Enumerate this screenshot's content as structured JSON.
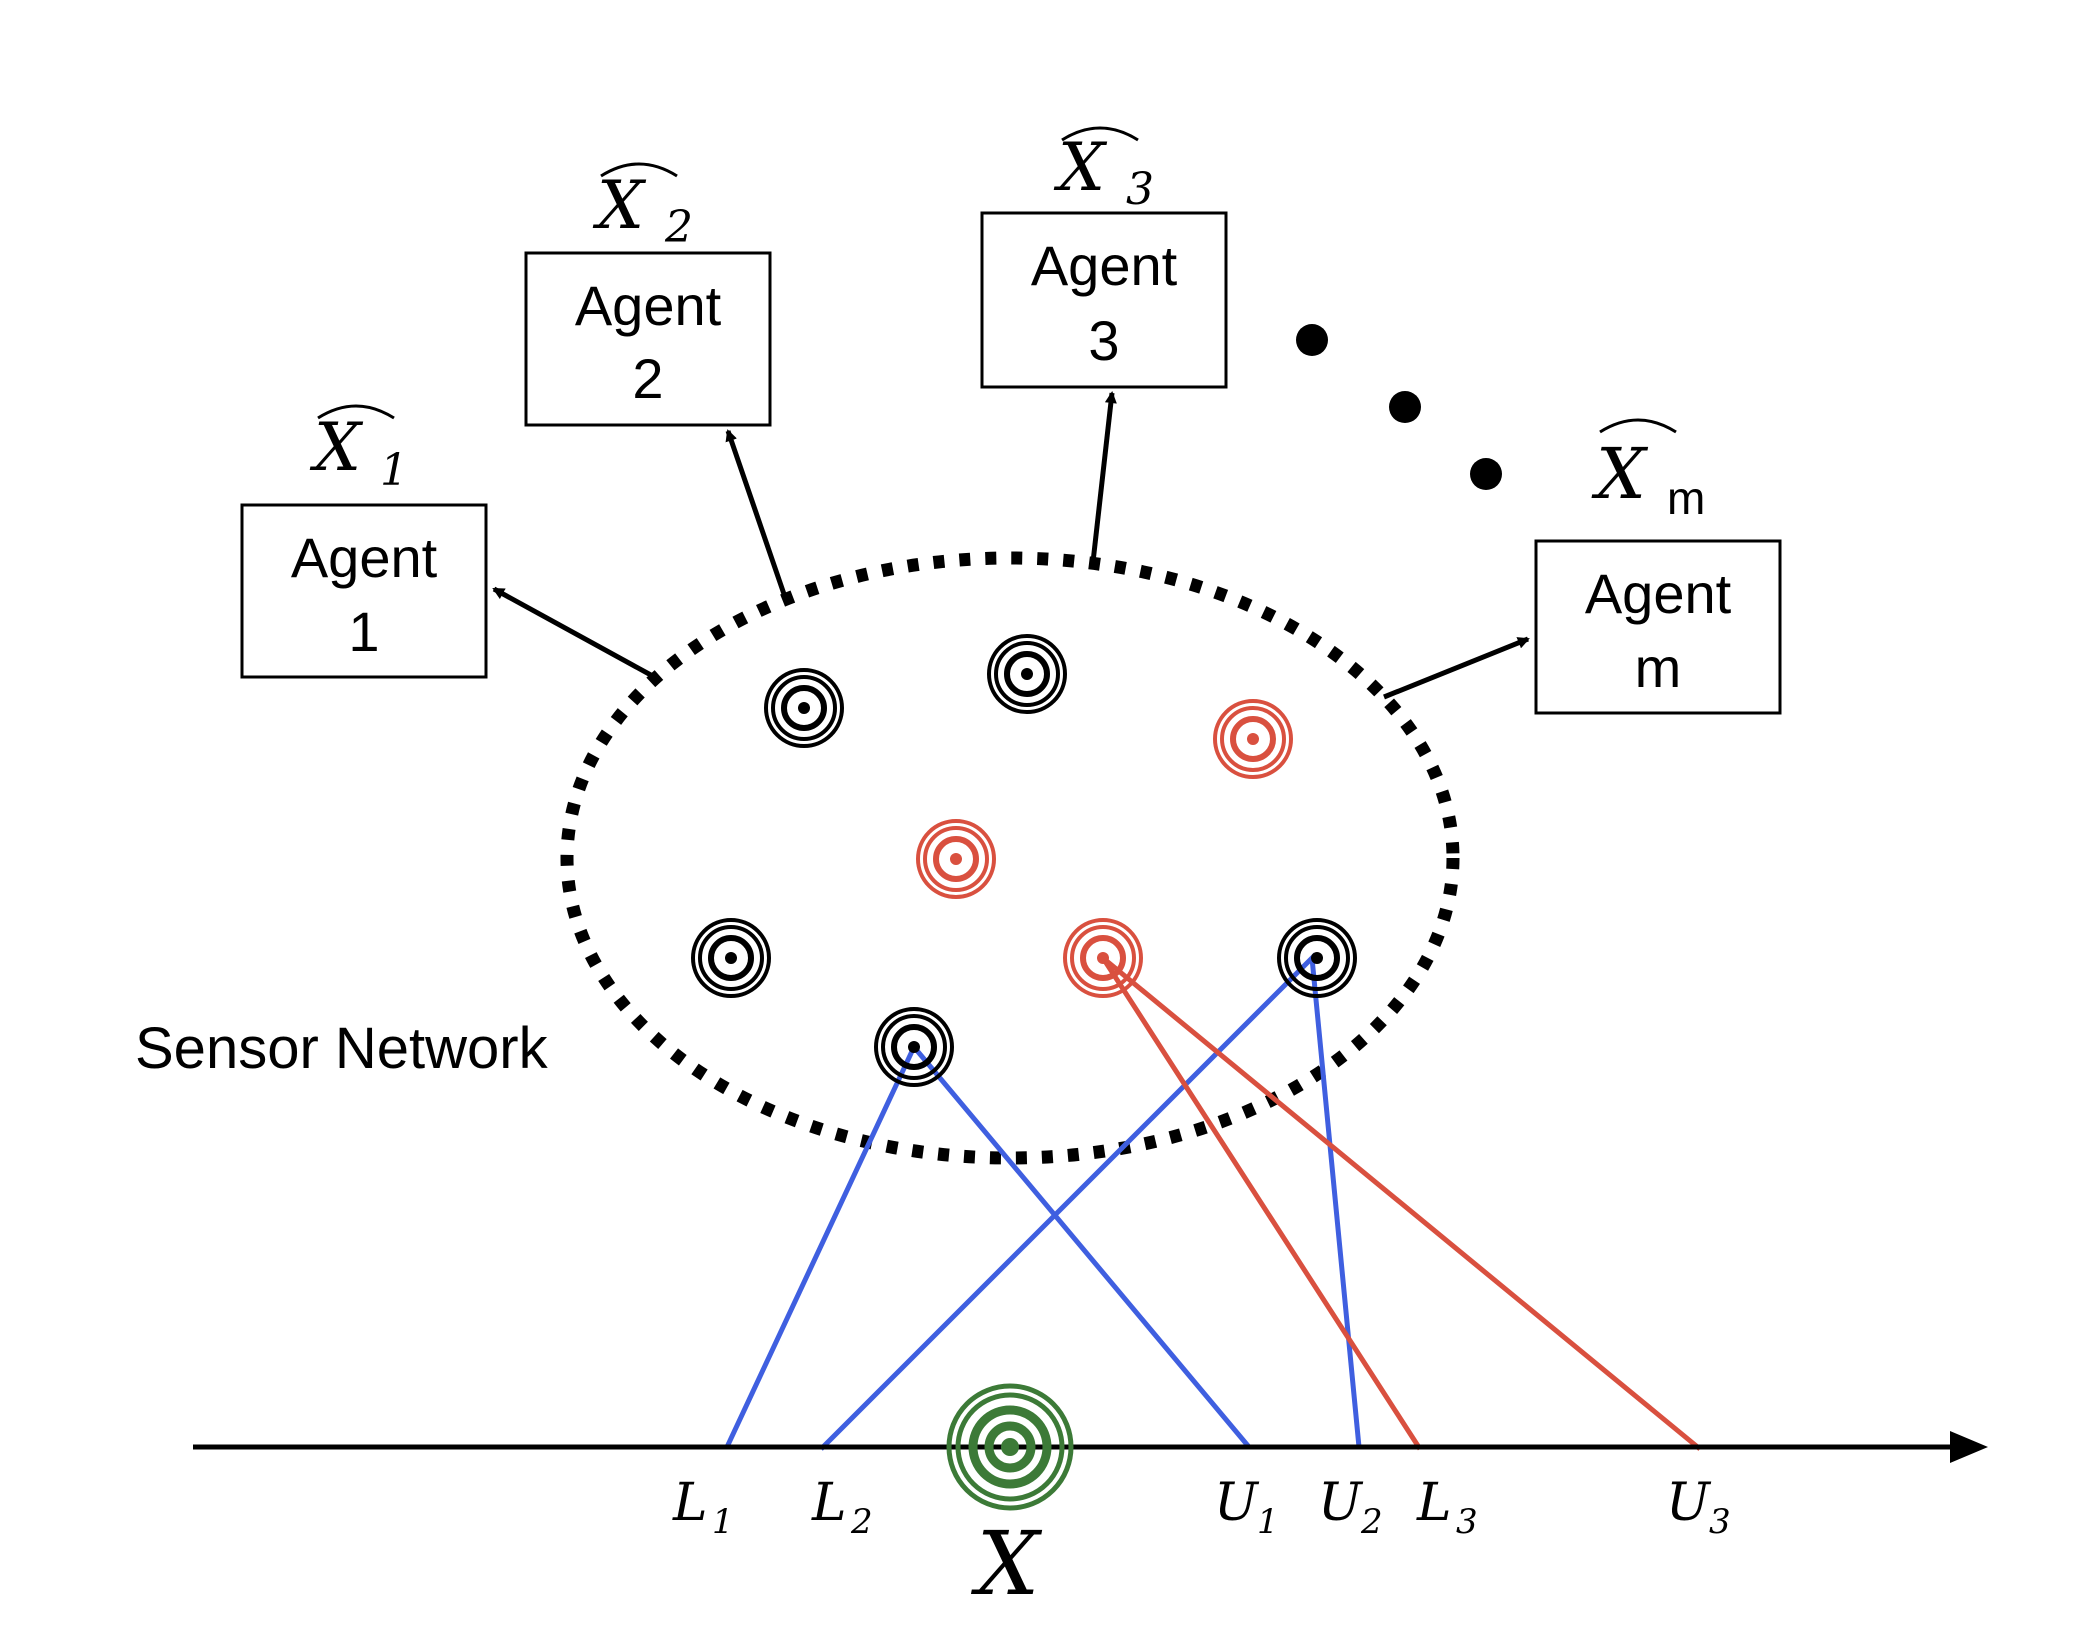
{
  "agents": [
    {
      "line1": "Agent",
      "line2": "1",
      "estimate": "X",
      "subscript": "1"
    },
    {
      "line1": "Agent",
      "line2": "2",
      "estimate": "X",
      "subscript": "2"
    },
    {
      "line1": "Agent",
      "line2": "3",
      "estimate": "X",
      "subscript": "3"
    },
    {
      "line1": "Agent",
      "line2": "m",
      "estimate": "X",
      "subscript": "m"
    }
  ],
  "network_label": "Sensor Network",
  "axis": {
    "variable": "X",
    "bounds": [
      {
        "letter": "L",
        "sub": "1"
      },
      {
        "letter": "L",
        "sub": "2"
      },
      {
        "letter": "U",
        "sub": "1"
      },
      {
        "letter": "U",
        "sub": "2"
      },
      {
        "letter": "L",
        "sub": "3"
      },
      {
        "letter": "U",
        "sub": "3"
      }
    ]
  },
  "colors": {
    "black": "#000000",
    "red": "#d9503f",
    "blue": "#3f5fe0",
    "green": "#3c7a37"
  }
}
